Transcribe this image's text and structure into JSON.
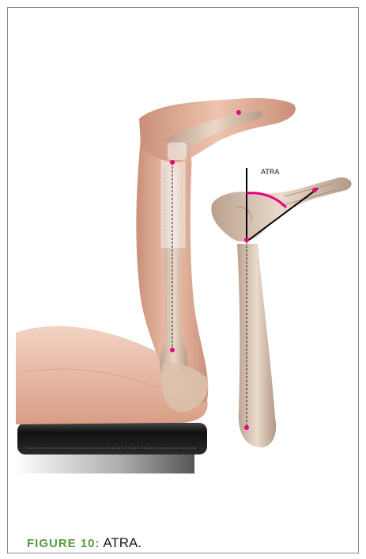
{
  "figure": {
    "caption_label": "FIGURE 10:",
    "caption_text": "ATRA.",
    "angle_label": "ATRA",
    "colors": {
      "label_green": "#5b9a3c",
      "marker_magenta": "#e6007e",
      "skin": "#e3b49e",
      "bone": "#d9c2ae",
      "cushion": "#1c1c1c"
    }
  }
}
